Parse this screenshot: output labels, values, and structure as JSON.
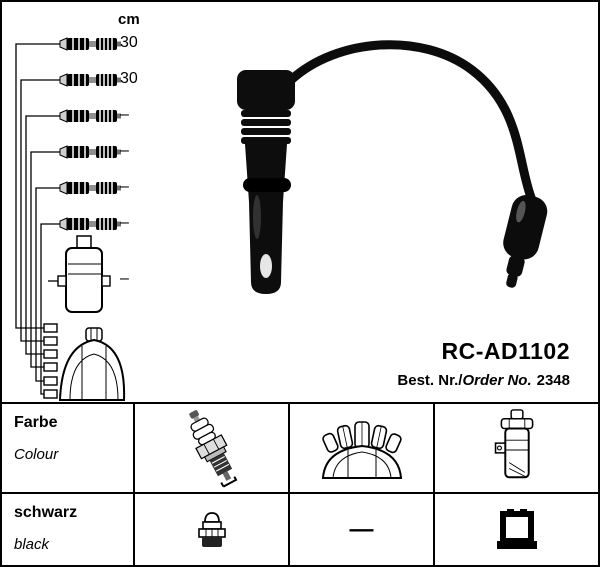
{
  "unit_header": "cm",
  "cables": [
    {
      "length": "30"
    },
    {
      "length": "30"
    },
    {
      "length": "–"
    },
    {
      "length": "–"
    },
    {
      "length": "–"
    },
    {
      "length": "–"
    }
  ],
  "coil": {
    "length": "–"
  },
  "product": {
    "model": "RC-AD1102",
    "order_label_de": "Best. Nr.",
    "order_separator": "/",
    "order_label_en": "Order No.",
    "order_number": "2348"
  },
  "spec_table": {
    "color_row": {
      "label_de": "Farbe",
      "label_en": "Colour"
    },
    "value_row": {
      "label_de": "schwarz",
      "label_en": "black",
      "distributor_value": "—"
    }
  },
  "icons": {
    "spark_plug": "spark-plug",
    "distributor_cap": "distributor-cap",
    "ignition_coil": "ignition-coil",
    "plug_terminal": "plug-terminal",
    "coil_connector": "coil-connector",
    "ignition_cable": "ignition-cable"
  }
}
